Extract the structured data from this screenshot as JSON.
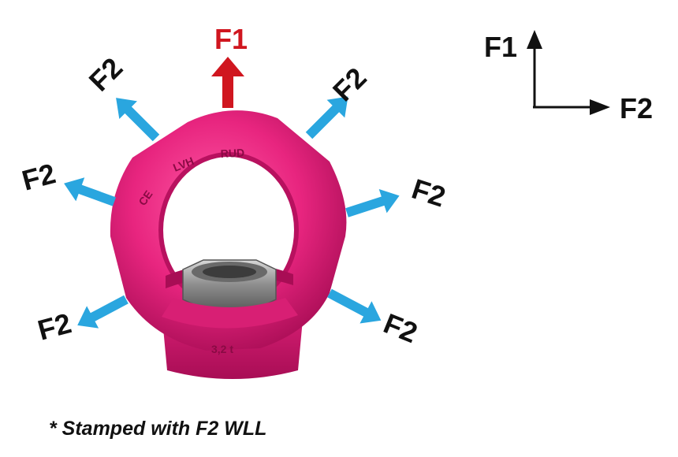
{
  "diagram": {
    "force_vertical_label": "F1",
    "force_angled_label": "F2",
    "legend": {
      "vertical_label": "F1",
      "horizontal_label": "F2"
    },
    "ring_stamps": {
      "brand": "RUD",
      "capacity": "3,2 t",
      "code_left": "LVH",
      "code_left2": "CE"
    },
    "footnote": "* Stamped with F2 WLL"
  },
  "colors": {
    "f1_arrow": "#d0161f",
    "f2_arrow": "#2aa6df",
    "ring": "#e8257f",
    "ring_dark": "#b8115f",
    "nut": "#9a9a9a",
    "legend_arrow": "#111111"
  }
}
